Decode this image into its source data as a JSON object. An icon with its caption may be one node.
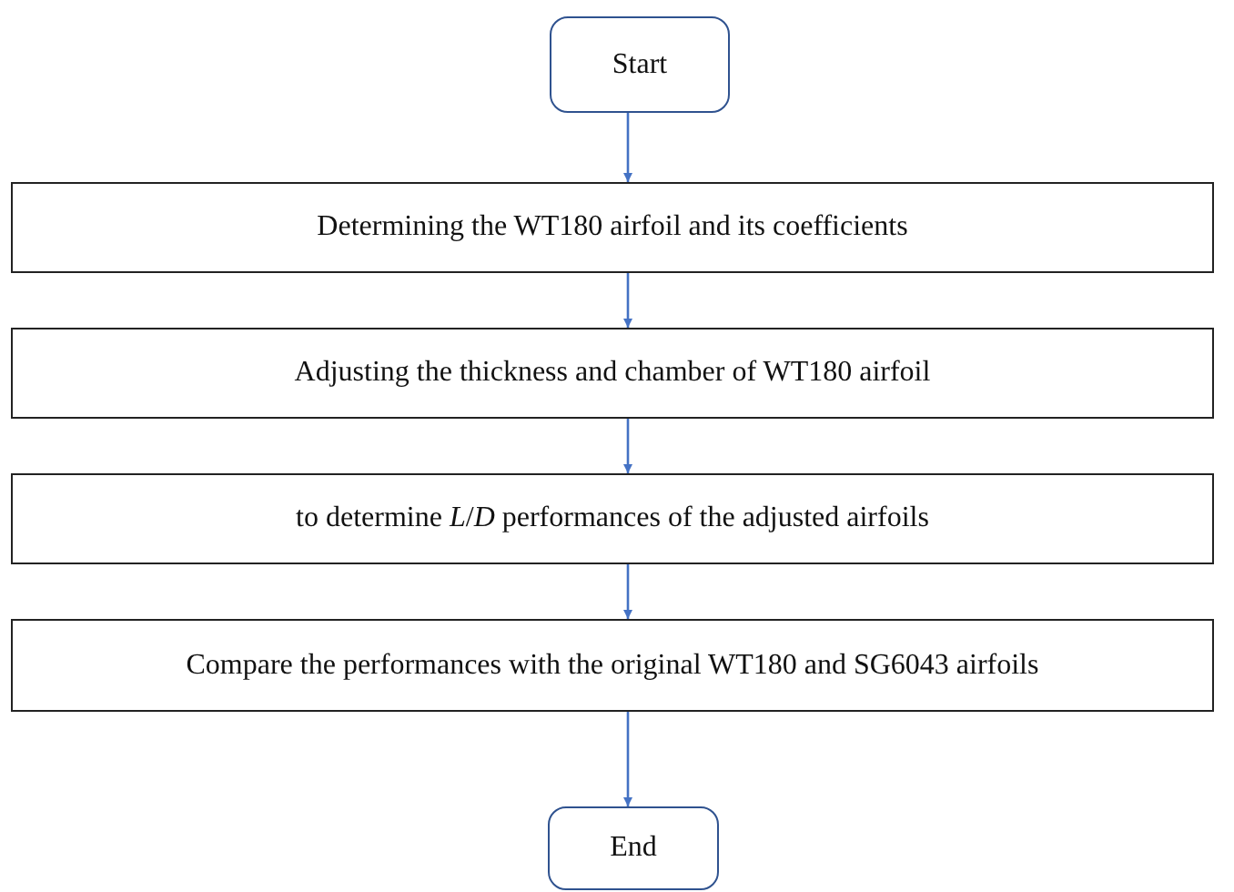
{
  "diagram": {
    "nodes": [
      {
        "text": [
          "Start"
        ]
      },
      {
        "text": [
          "Determining the WT180 airfoil and its coefficients"
        ]
      },
      {
        "text": [
          "Adjusting the thickness and chamber of WT180 airfoil"
        ]
      },
      {
        "text": [
          "to determine *L*/*D* performances of the adjusted airfoils"
        ]
      },
      {
        "text": [
          "Compare the performances with the original WT180 and SG6043 airfoils"
        ]
      },
      {
        "text": [
          "End"
        ]
      }
    ],
    "edges": [
      {
        "from": 0,
        "to": 1,
        "arrow": "to"
      },
      {
        "from": 1,
        "to": 2,
        "arrow": "to"
      },
      {
        "from": 2,
        "to": 3,
        "arrow": "to"
      },
      {
        "from": 3,
        "to": 4,
        "arrow": "to"
      },
      {
        "from": 4,
        "to": 5,
        "arrow": "to"
      }
    ]
  }
}
